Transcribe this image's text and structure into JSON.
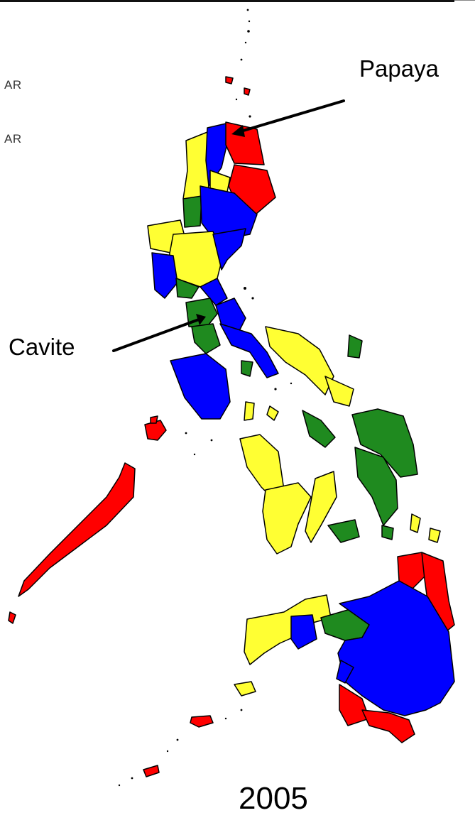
{
  "legend": {
    "fragments": [
      "AR",
      "AR"
    ]
  },
  "callouts": {
    "papaya": "Papaya",
    "cavite": "Cavite"
  },
  "year": "2005",
  "colors": {
    "red": "#ff0000",
    "blue": "#0000ff",
    "yellow": "#ffff33",
    "green": "#1f8a1f",
    "border": "#000000"
  }
}
